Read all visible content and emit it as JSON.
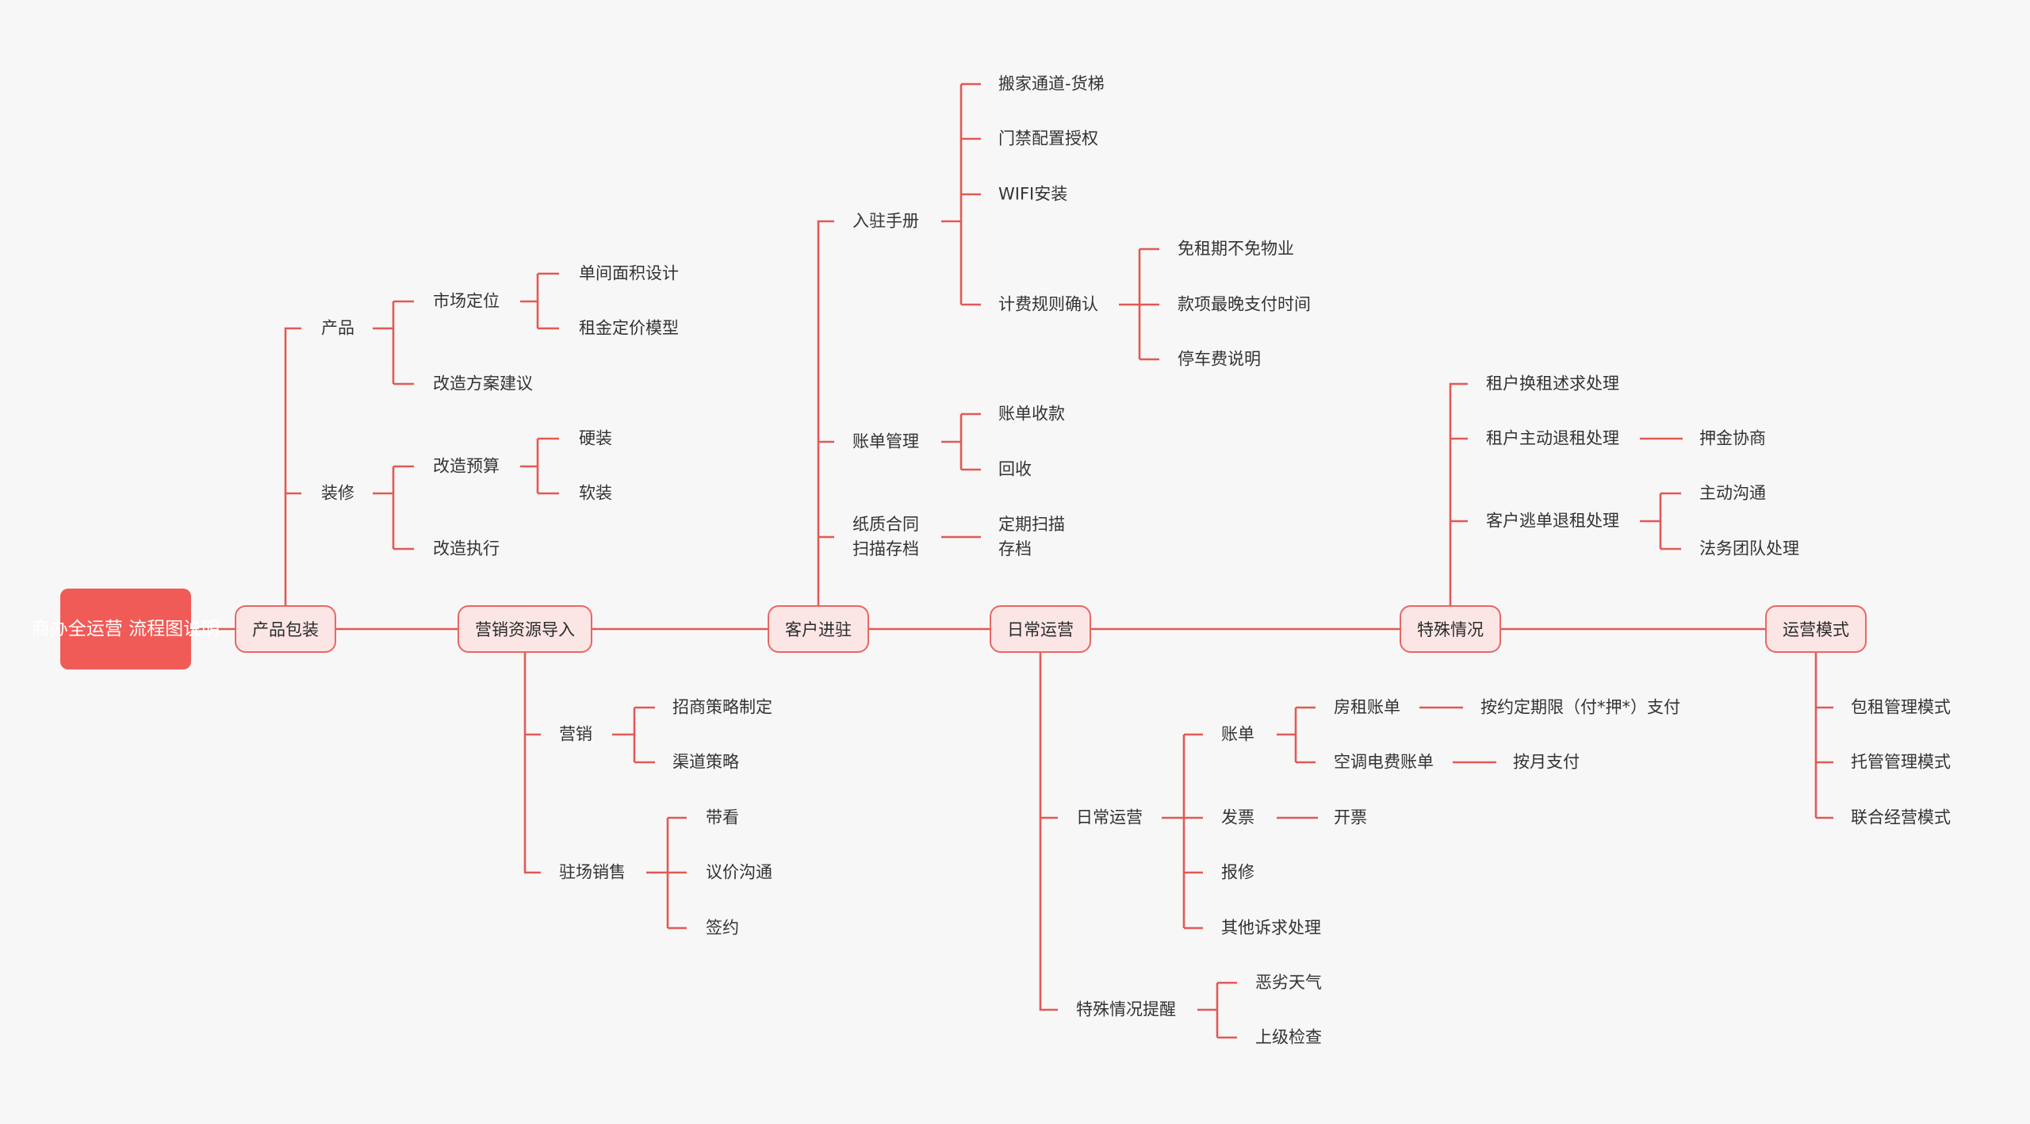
{
  "root": "商办全运营\n流程图说明",
  "main": {
    "product_pack": "产品包装",
    "marketing_import": "营销资源导入",
    "customer_entry": "客户进驻",
    "daily_ops": "日常运营",
    "special_cases": "特殊情况",
    "ops_mode": "运营模式"
  },
  "product_pack": {
    "product": "产品",
    "market_position": "市场定位",
    "unit_area_design": "单间面积设计",
    "rent_pricing_model": "租金定价模型",
    "renovation_plan": "改造方案建议",
    "decoration": "装修",
    "renovation_budget": "改造预算",
    "hard_decoration": "硬装",
    "soft_decoration": "软装",
    "renovation_execution": "改造执行"
  },
  "marketing_import": {
    "marketing": "营销",
    "investment_strategy": "招商策略制定",
    "channel_strategy": "渠道策略",
    "onsite_sales": "驻场销售",
    "show_viewing": "带看",
    "price_negotiation": "议价沟通",
    "signing": "签约"
  },
  "customer_entry": {
    "entry_manual": "入驻手册",
    "moving_elevator": "搬家通道-货梯",
    "access_control": "门禁配置授权",
    "wifi_install": "WIFI安装",
    "billing_rules": "计费规则确认",
    "rent_free_property": "免租期不免物业",
    "latest_payment_time": "款项最晚支付时间",
    "parking_fee": "停车费说明",
    "bill_management": "账单管理",
    "bill_collection": "账单收款",
    "recovery": "回收",
    "paper_contract": "纸质合同\n扫描存档",
    "regular_scan": "定期扫描\n存档"
  },
  "daily_ops": {
    "daily_operation": "日常运营",
    "bill": "账单",
    "rent_bill": "房租账单",
    "pay_by_term": "按约定期限（付*押*）支付",
    "ac_bill": "空调电费账单",
    "monthly_pay": "按月支付",
    "invoice": "发票",
    "issue_invoice": "开票",
    "repair": "报修",
    "other_complaints": "其他诉求处理",
    "special_reminder": "特殊情况提醒",
    "bad_weather": "恶劣天气",
    "superior_inspection": "上级检查"
  },
  "special_cases": {
    "tenant_exchange": "租户换租述求处理",
    "tenant_withdraw": "租户主动退租处理",
    "deposit_negotiation": "押金协商",
    "customer_escape": "客户逃单退租处理",
    "active_communication": "主动沟通",
    "legal_team": "法务团队处理"
  },
  "ops_mode": {
    "lease_management": "包租管理模式",
    "trust_management": "托管管理模式",
    "joint_operation": "联合经营模式"
  },
  "colors": {
    "line": "#e05a56",
    "root_fill": "#f05b57",
    "main_fill": "#fbe6e5",
    "main_border": "#e86763",
    "background": "#f7f7f7"
  }
}
